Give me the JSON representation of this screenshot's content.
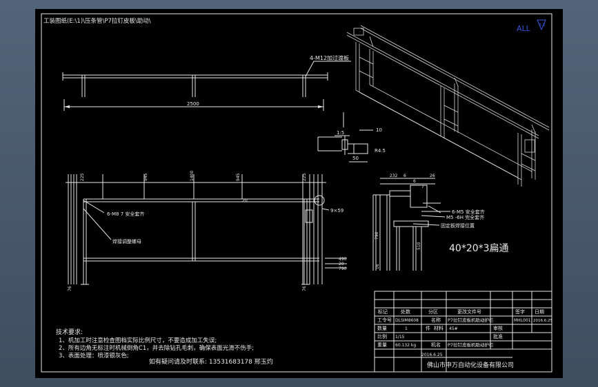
{
  "header": {
    "file_path": "工装图纸(E:\\1)\\压条管\\P7拉钉皮板\\助动\\"
  },
  "badge": {
    "text": "ALL",
    "color": "#3a55d8"
  },
  "top_view": {
    "note": "4-M12加过渡板",
    "dim_length": "2500"
  },
  "detail": {
    "scale": "1:5",
    "dim_10": "10",
    "dim_r": "R4.5",
    "dim_50": "50"
  },
  "front_view": {
    "top_dims": [
      "225",
      "945",
      "1400",
      "945",
      "225"
    ],
    "bottom_dims": [
      "76",
      "76"
    ],
    "note_weld": "6-M8 7 安全套齐",
    "note_plate": "焊接调整螺母",
    "dim_pipe": "9×59",
    "dim_side_top": "20",
    "dim_right": [
      "490",
      "20",
      "790"
    ]
  },
  "side_view": {
    "top_dims": [
      "232",
      "6",
      "6",
      "26"
    ],
    "dim_7": "7",
    "note_a": "6-M5 安全套齐",
    "note_b": "M5 -6H 完全套齐",
    "note_c": "固定板焊接位置",
    "dims_left": [
      "790",
      "510"
    ],
    "dim_16": "16",
    "profile": "40*20*3扁通"
  },
  "tech_req": {
    "title": "技术要求:",
    "items": [
      "1、机加工时注意检查图档实际比例尺寸，不要造成加工失误;",
      "2、所有边角无标注时机械倒角C1，并去除钻孔毛刺，确保表面光滑不伤手;",
      "3、表面处理：喷漆银灰色;"
    ],
    "contact": "如有疑问请及时联系:  13531683178  邢玉灼"
  },
  "title_block": {
    "rev_headers": [
      "标记",
      "处数",
      "分区",
      "更改文件号",
      "签字",
      "日期"
    ],
    "job_no_label": "工令号",
    "job_no": "DLSIM8608",
    "name_label": "名称",
    "name": "P7拉钉皮板机助动护栏",
    "drawing_no": "MHL001",
    "date": "2016.6.25",
    "qty_label": "数量",
    "qty": "1",
    "unit_label": "件",
    "material_label": "材料",
    "material": "45#",
    "check_label": "审核",
    "approve_label": "批准",
    "ratio_label": "比例",
    "ratio": "1/15",
    "weight_label": "重量",
    "weight": "60.132 kg",
    "part_label": "机名",
    "part": "P7拉钉皮板机助动护栏",
    "date2": "2016.6.25",
    "company": "佛山市申万自动化设备有限公司"
  }
}
